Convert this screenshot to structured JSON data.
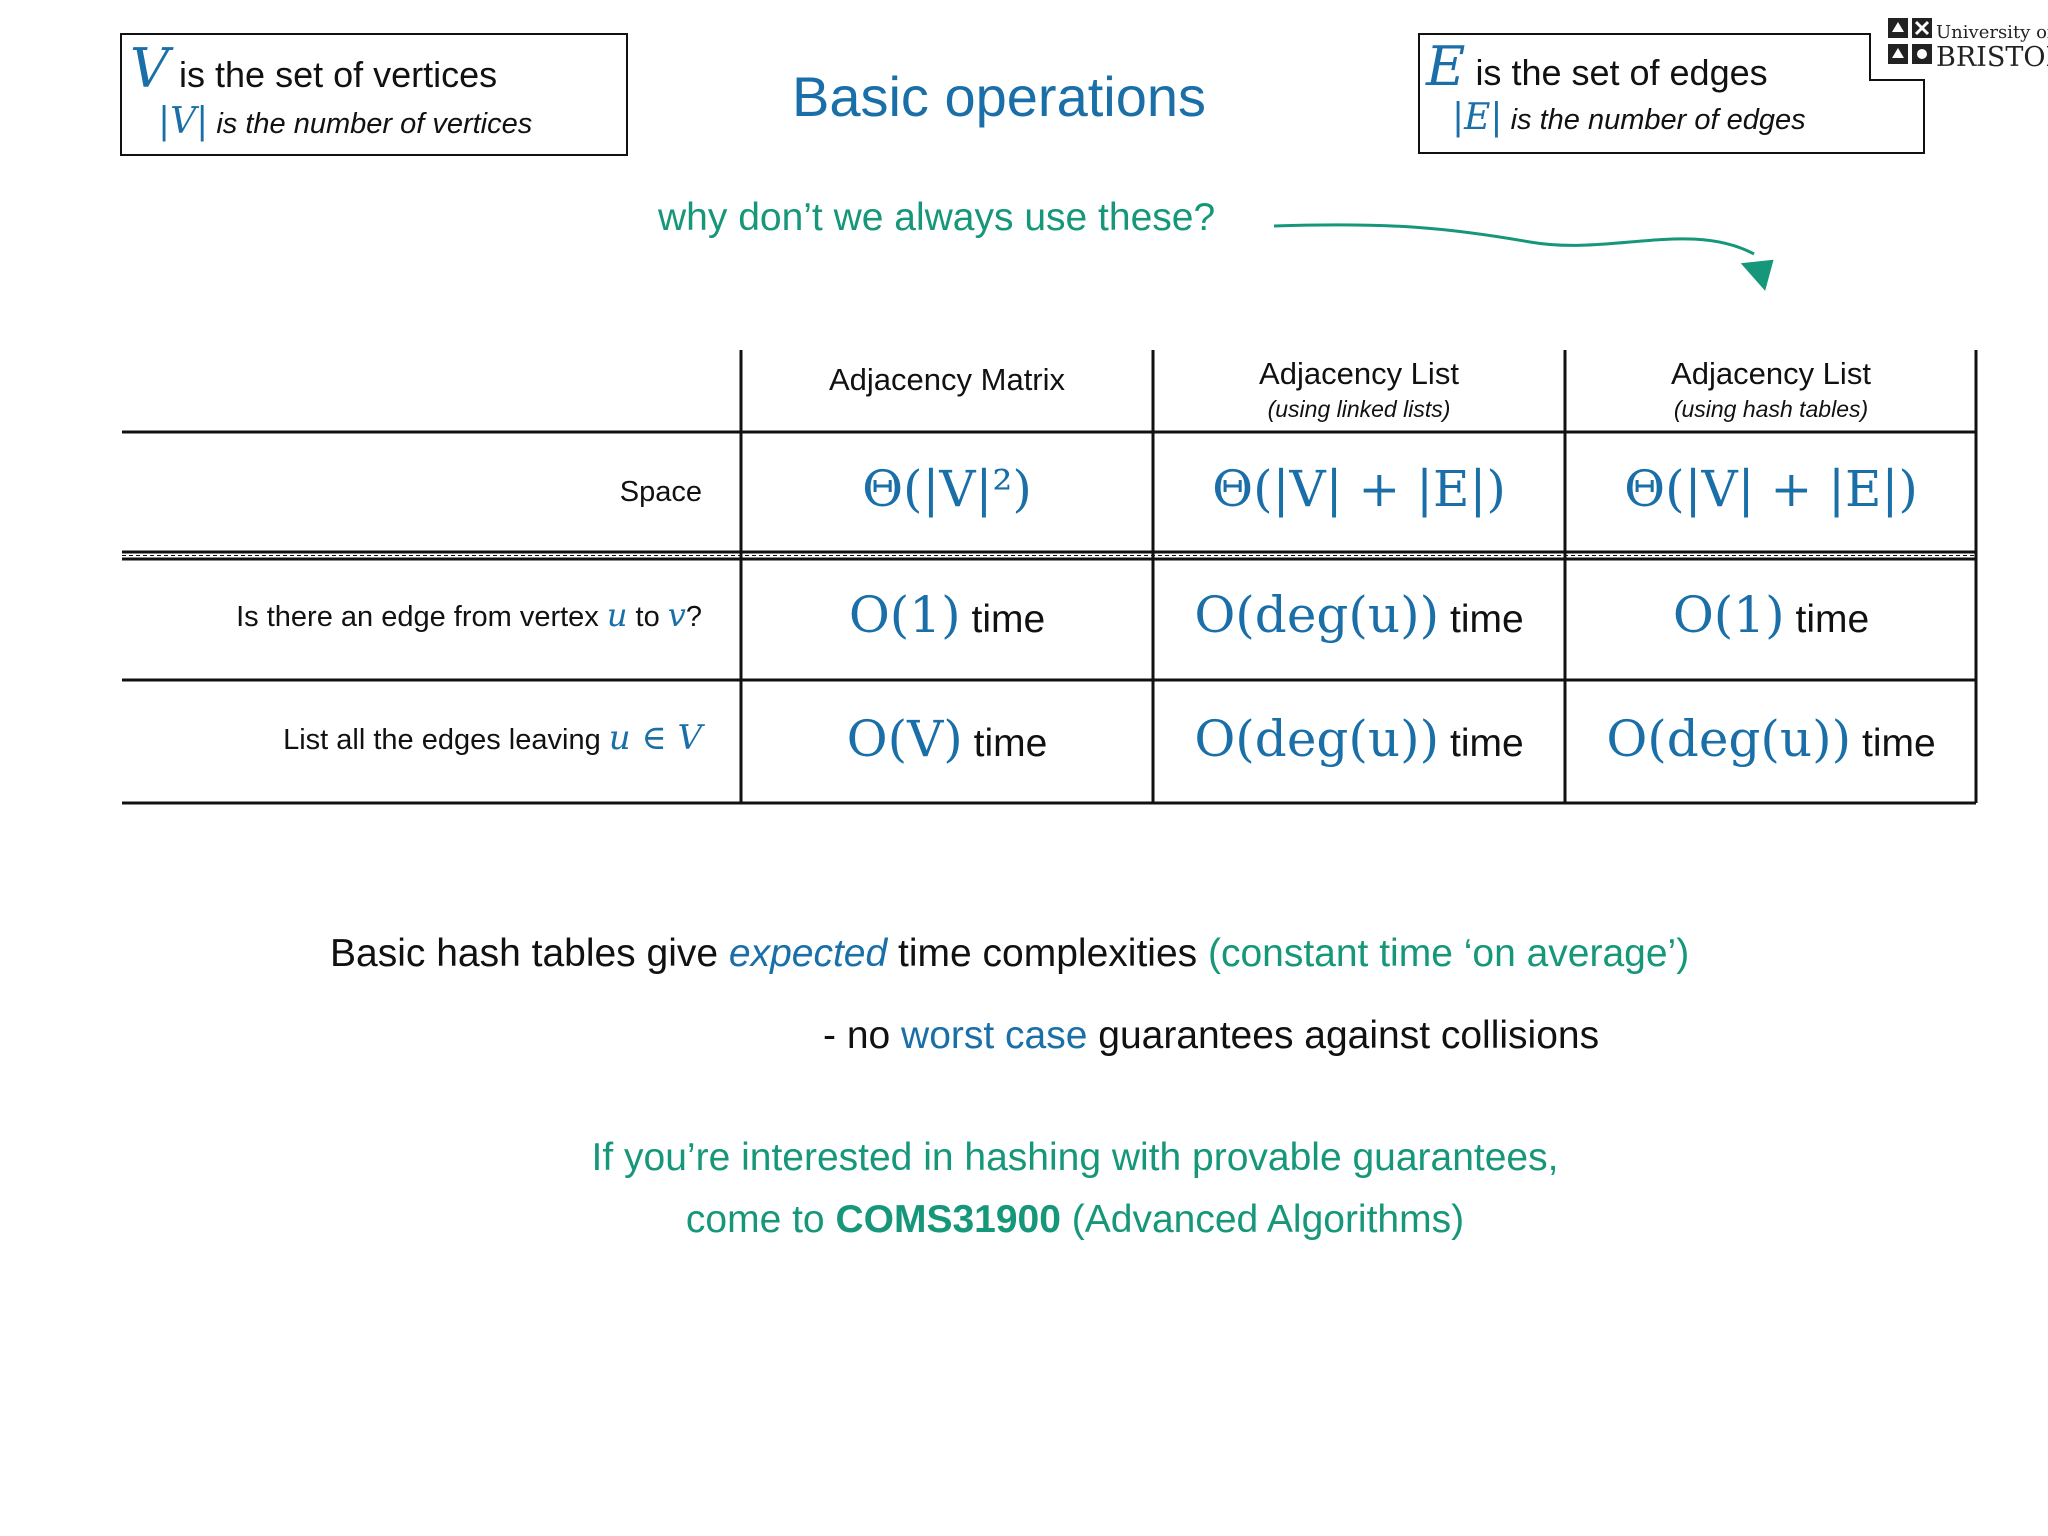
{
  "definitions": {
    "vertices": {
      "symbol": "V",
      "line1_text": "is the set of vertices",
      "count_symbol": "|V|",
      "line2_text": "is the number of vertices"
    },
    "edges": {
      "symbol": "E",
      "line1_text": "is the set of edges",
      "count_symbol": "|E|",
      "line2_text": "is the number of edges"
    }
  },
  "title": "Basic operations",
  "logo": {
    "line1": "University of",
    "line2": "BRISTOL"
  },
  "callout": {
    "question": "why don’t we always use these?"
  },
  "colors": {
    "accent_blue": "#1a6fa8",
    "accent_green": "#16977a",
    "text": "#111111"
  },
  "table": {
    "columns": [
      {
        "label": "Adjacency Matrix",
        "sublabel": ""
      },
      {
        "label": "Adjacency List",
        "sublabel": "(using linked lists)"
      },
      {
        "label": "Adjacency List",
        "sublabel": "(using hash tables)"
      }
    ],
    "rows": [
      {
        "label": "Space",
        "label_math": "",
        "cells": [
          {
            "expr": "Θ(|V|²)",
            "unit": ""
          },
          {
            "expr": "Θ(|V| + |E|)",
            "unit": ""
          },
          {
            "expr": "Θ(|V| + |E|)",
            "unit": ""
          }
        ]
      },
      {
        "label_parts": [
          "Is there an edge from vertex ",
          "u",
          " to ",
          "v",
          "?"
        ],
        "cells": [
          {
            "expr": "O(1)",
            "unit": "time"
          },
          {
            "expr": "O(deg(u))",
            "unit": "time"
          },
          {
            "expr": "O(1)",
            "unit": "time"
          }
        ]
      },
      {
        "label_parts": [
          "List all the edges leaving ",
          "u ∈ V"
        ],
        "cells": [
          {
            "expr": "O(V)",
            "unit": "time"
          },
          {
            "expr": "O(deg(u))",
            "unit": "time"
          },
          {
            "expr": "O(deg(u))",
            "unit": "time"
          }
        ]
      }
    ]
  },
  "notes": {
    "hash_line": {
      "prefix": "Basic hash tables give ",
      "emphasis": "expected",
      "middle": " time complexities ",
      "aside": "(constant time ‘on average’)"
    },
    "worst_line": {
      "prefix": "- no ",
      "highlight": "worst case",
      "suffix": " guarantees against collisions"
    },
    "course_line1": "If you’re interested in hashing with provable guarantees,",
    "course_line2": {
      "prefix": "come to ",
      "code": "COMS31900",
      "suffix": " (Advanced Algorithms)"
    }
  }
}
